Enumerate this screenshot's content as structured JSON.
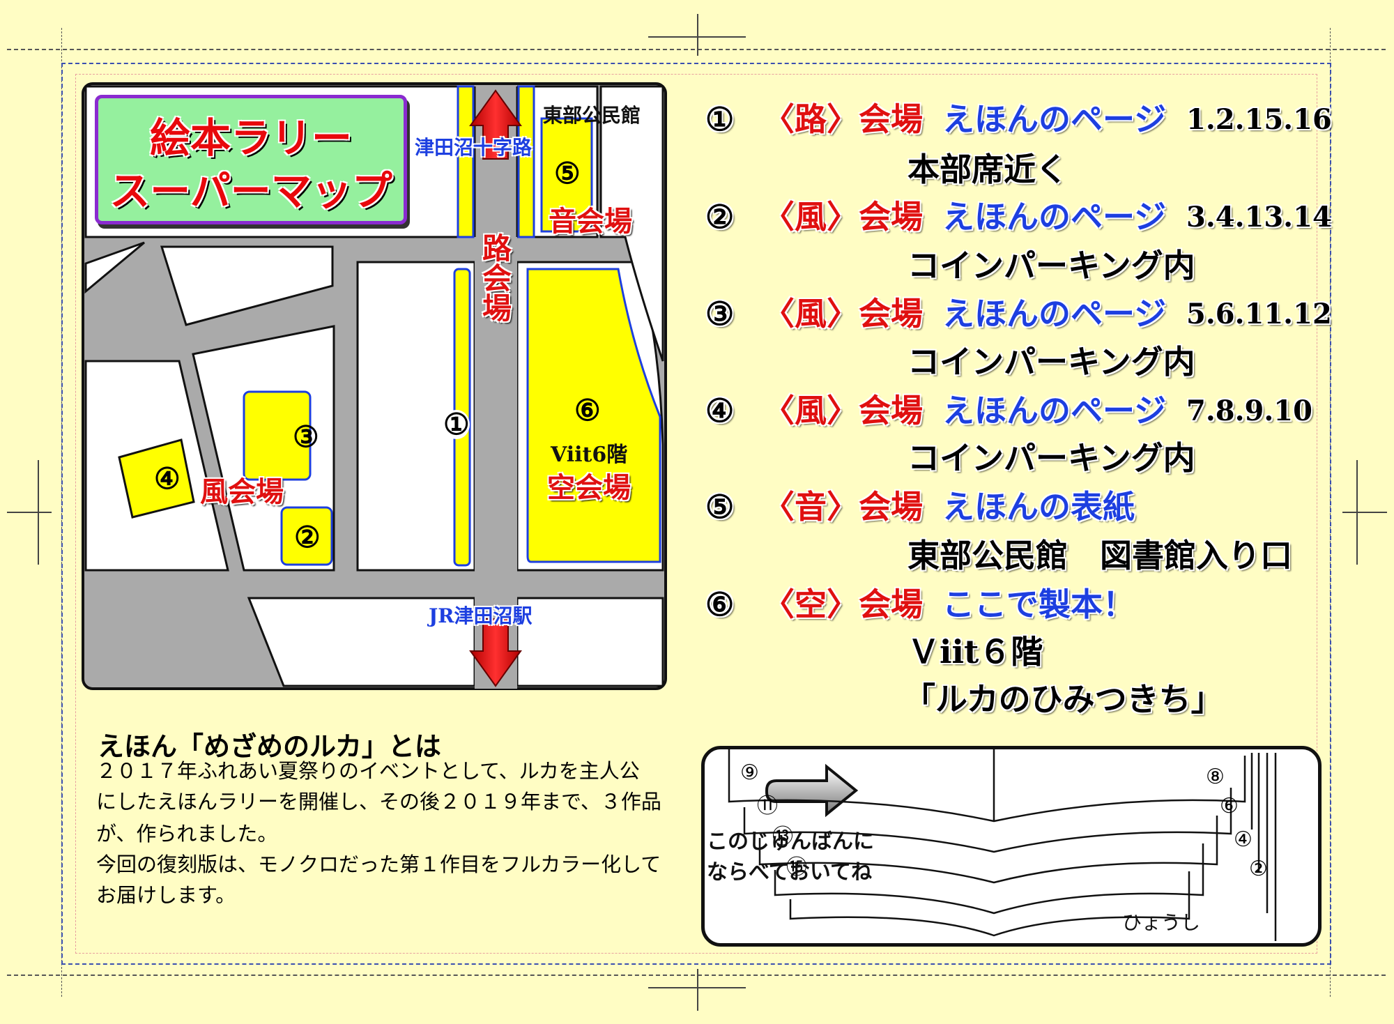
{
  "map": {
    "title_line1": "絵本ラリー",
    "title_line2": "スーパーマップ",
    "labels": {
      "tsudanuma_cross": "津田沼十字路",
      "east_hall": "東部公民館",
      "oto_venue": "音会場",
      "michi_venue": "路会場",
      "viit": "Viit6階",
      "sora_venue": "空会場",
      "kaze_venue": "風会場",
      "jr_station": "JR津田沼駅"
    },
    "markers": [
      "①",
      "②",
      "③",
      "④",
      "⑤",
      "⑥"
    ],
    "colors": {
      "road": "#aaaaaa",
      "venue_fill": "#ffff00",
      "venue_border": "#1d3fe0",
      "arrow": "#e01010"
    }
  },
  "venues": [
    {
      "num": "①",
      "venue": "〈路〉会場",
      "content": "えほんのページ",
      "pages": "1.2.15.16",
      "details": [
        "本部席近く"
      ]
    },
    {
      "num": "②",
      "venue": "〈風〉会場",
      "content": "えほんのページ",
      "pages": "3.4.13.14",
      "details": [
        "コインパーキング内"
      ]
    },
    {
      "num": "③",
      "venue": "〈風〉会場",
      "content": "えほんのページ",
      "pages": "5.6.11.12",
      "details": [
        "コインパーキング内"
      ]
    },
    {
      "num": "④",
      "venue": "〈風〉会場",
      "content": "えほんのページ",
      "pages": "7.8.9.10",
      "details": [
        "コインパーキング内"
      ]
    },
    {
      "num": "⑤",
      "venue": "〈音〉会場",
      "content": "えほんの表紙",
      "pages": "",
      "details": [
        "東部公民館　図書館入り口"
      ]
    },
    {
      "num": "⑥",
      "venue": "〈空〉会場",
      "content": "ここで製本！",
      "pages": "",
      "details": [
        "Ｖiit６階",
        "「ルカのひみつきち」"
      ]
    }
  ],
  "about": {
    "heading": "えほん「めざめのルカ」とは",
    "lines": [
      "２０１７年ふれあい夏祭りのイベントとして、ルカを主人公",
      "にしたえほんラリーを開催し、その後２０１９年まで、３作品",
      "が、作られました。",
      "今回の復刻版は、モノクロだった第１作目をフルカラー化して",
      "お届けします。"
    ]
  },
  "order": {
    "note_line1": "このじゅんばんに",
    "note_line2": "ならべておいてね",
    "left_pages": [
      "⑨",
      "⑪",
      "⑬",
      "⑮"
    ],
    "right_pages": [
      "⑧",
      "⑥",
      "④",
      "②"
    ],
    "cover": "ひょうし"
  }
}
